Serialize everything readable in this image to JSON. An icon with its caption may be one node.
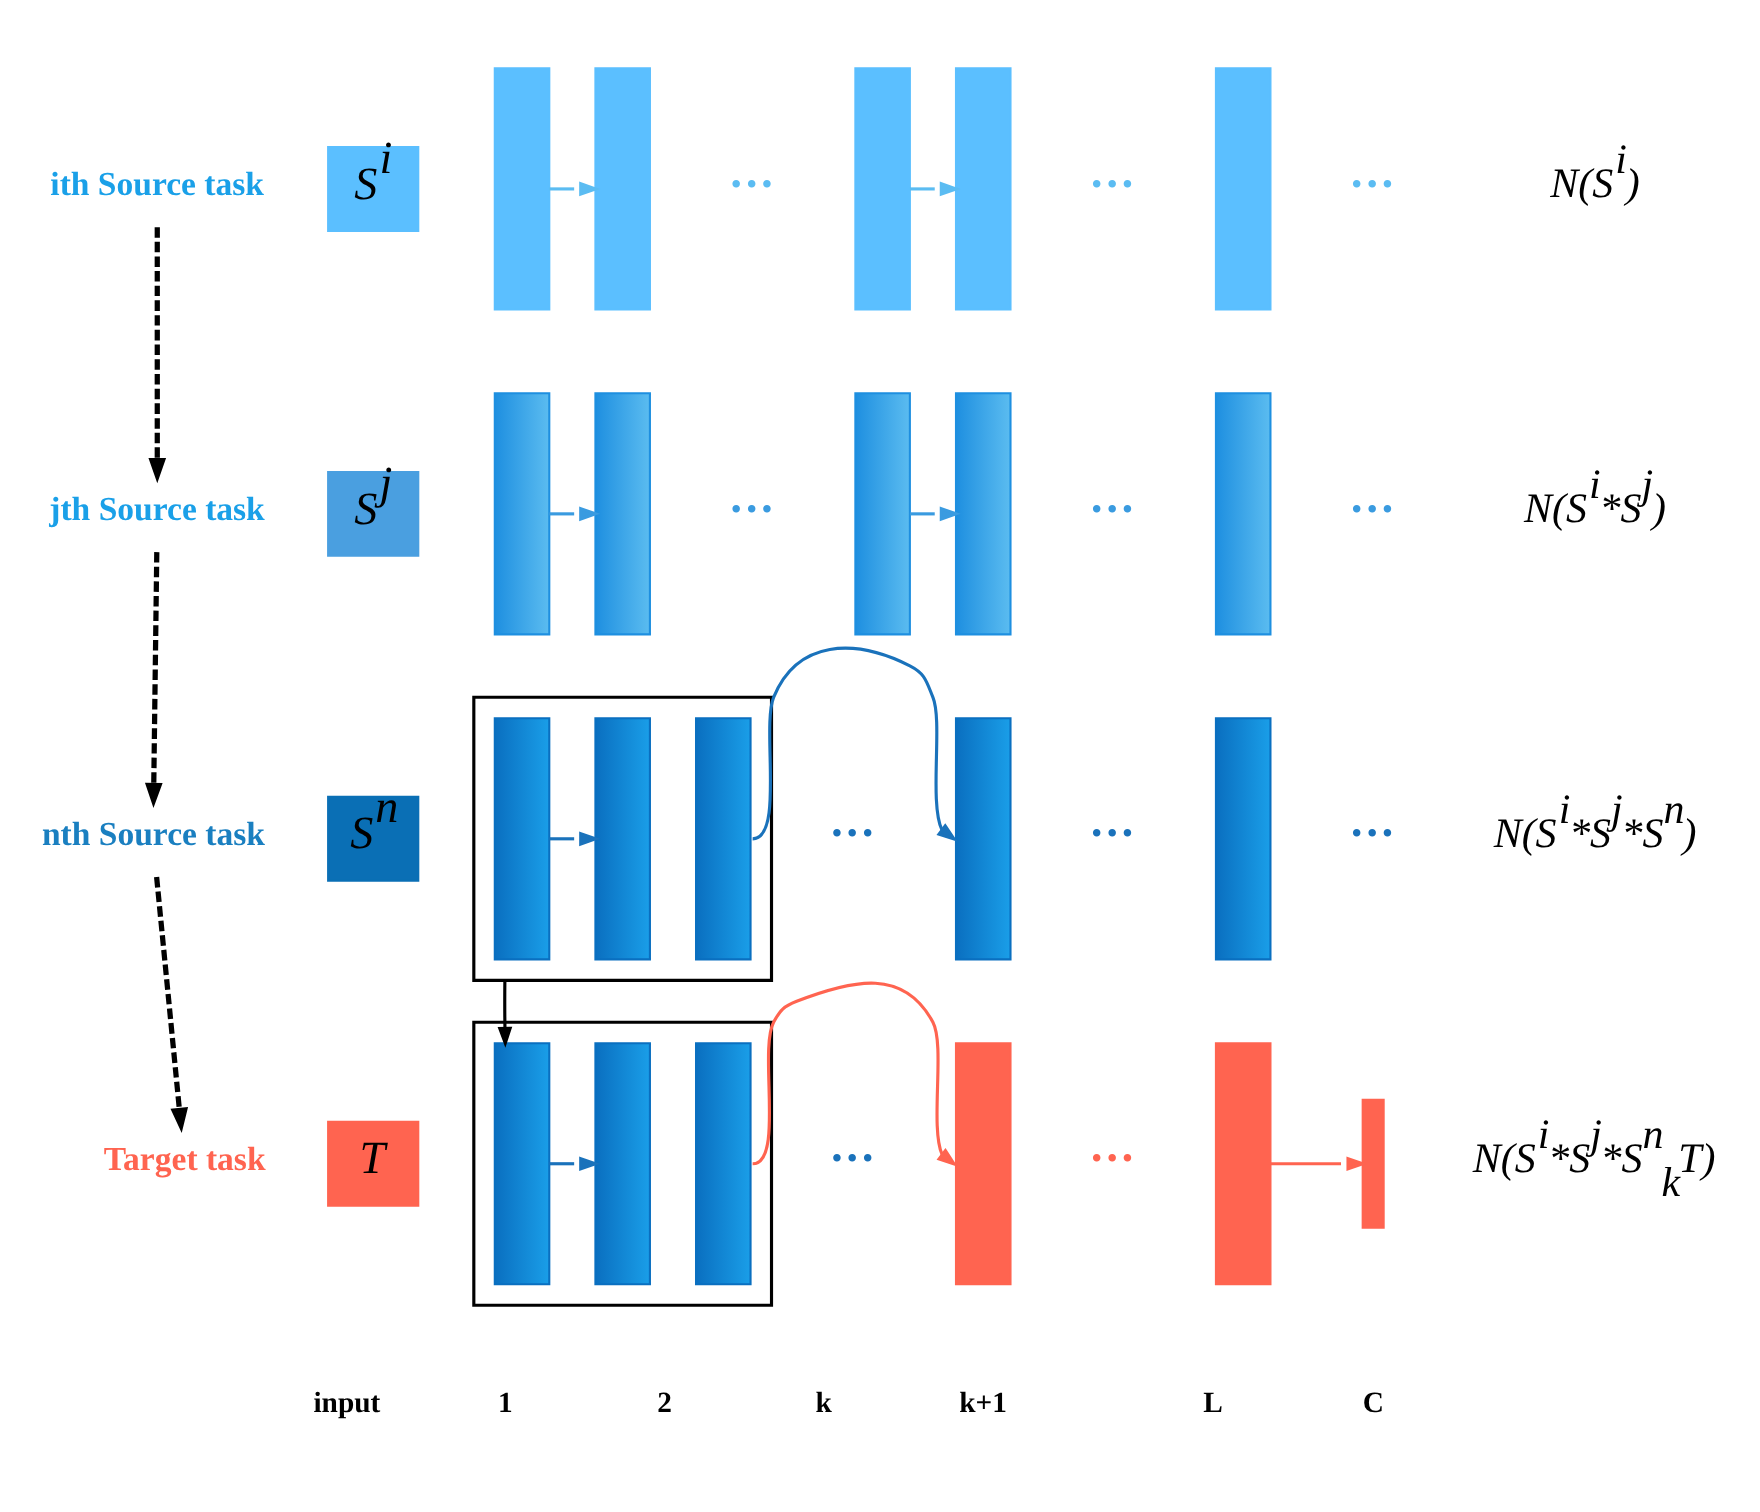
{
  "diagram": {
    "nodes": [
      {
        "text": [
          "ith Source task"
        ]
      },
      {
        "text": [
          "S$^{i}$"
        ]
      },
      {
        "text": [],
        "shape": "bar"
      },
      {
        "text": [],
        "shape": "bar"
      },
      {
        "text": [],
        "shape": "bar"
      },
      {
        "text": [],
        "shape": "bar"
      },
      {
        "text": [],
        "shape": "bar"
      },
      {
        "text": [
          "jth Source task"
        ]
      },
      {
        "text": [
          "S$^{j}$"
        ]
      },
      {
        "text": [],
        "shape": "bar"
      },
      {
        "text": [],
        "shape": "bar"
      },
      {
        "text": [],
        "shape": "bar"
      },
      {
        "text": [],
        "shape": "bar"
      },
      {
        "text": [],
        "shape": "bar"
      },
      {
        "text": [
          "nth Source task"
        ]
      },
      {
        "text": [
          "S$^{n}$"
        ]
      },
      {
        "text": [],
        "shape": "box"
      },
      {
        "text": [],
        "shape": "bar",
        "in": 16
      },
      {
        "text": [],
        "shape": "bar",
        "in": 16
      },
      {
        "text": [],
        "shape": "bar",
        "in": 16
      },
      {
        "text": [],
        "shape": "bar"
      },
      {
        "text": [],
        "shape": "bar"
      },
      {
        "text": [
          "Target task"
        ]
      },
      {
        "text": [
          "T"
        ]
      },
      {
        "text": [],
        "shape": "box"
      },
      {
        "text": [],
        "shape": "bar",
        "in": 24
      },
      {
        "text": [],
        "shape": "bar",
        "in": 24
      },
      {
        "text": [],
        "shape": "bar",
        "in": 24
      },
      {
        "text": [],
        "shape": "bar"
      },
      {
        "text": [],
        "shape": "bar"
      },
      {
        "text": [],
        "shape": "bar"
      }
    ],
    "edges": [
      {
        "from": 0,
        "to": 7,
        "arrow": "to",
        "style": "dashed"
      },
      {
        "from": 7,
        "to": 14,
        "arrow": "to",
        "style": "dashed"
      },
      {
        "from": 14,
        "to": 22,
        "arrow": "to",
        "style": "dashed"
      },
      {
        "from": 2,
        "to": 3,
        "arrow": "to",
        "color": "#5bbcf2"
      },
      {
        "from": 4,
        "to": 5,
        "arrow": "to",
        "color": "#5bbcf2"
      },
      {
        "from": 9,
        "to": 10,
        "arrow": "to",
        "color": "#3a9be0"
      },
      {
        "from": 11,
        "to": 12,
        "arrow": "to",
        "color": "#3a9be0"
      },
      {
        "from": 17,
        "to": 18,
        "arrow": "to",
        "color": "#1a72bb"
      },
      {
        "from": 19,
        "to": 20,
        "arrow": "to",
        "color": "#1a72bb"
      },
      {
        "from": 16,
        "to": 25,
        "arrow": "to"
      },
      {
        "from": 25,
        "to": 26,
        "arrow": "to",
        "color": "#1a72bb"
      },
      {
        "from": 27,
        "to": 28,
        "arrow": "to",
        "color": "#ff6450"
      },
      {
        "from": 29,
        "to": 30,
        "arrow": "to",
        "color": "#ff6450"
      }
    ],
    "labels": [
      "···",
      "···",
      "···",
      "N(S$^{i}$)",
      "···",
      "···",
      "···",
      "N(S$^{i}$*S$^{j}$)",
      "···",
      "···",
      "···",
      "N(S$^{i}$*S$^{j}$*S$^{n}$)",
      "···",
      "···",
      "N(S$^{i}$*S$^{j}$*S$^{n}$$_{k}$T)",
      "input",
      "1",
      "2",
      "k",
      "k+1",
      "L",
      "C"
    ]
  }
}
